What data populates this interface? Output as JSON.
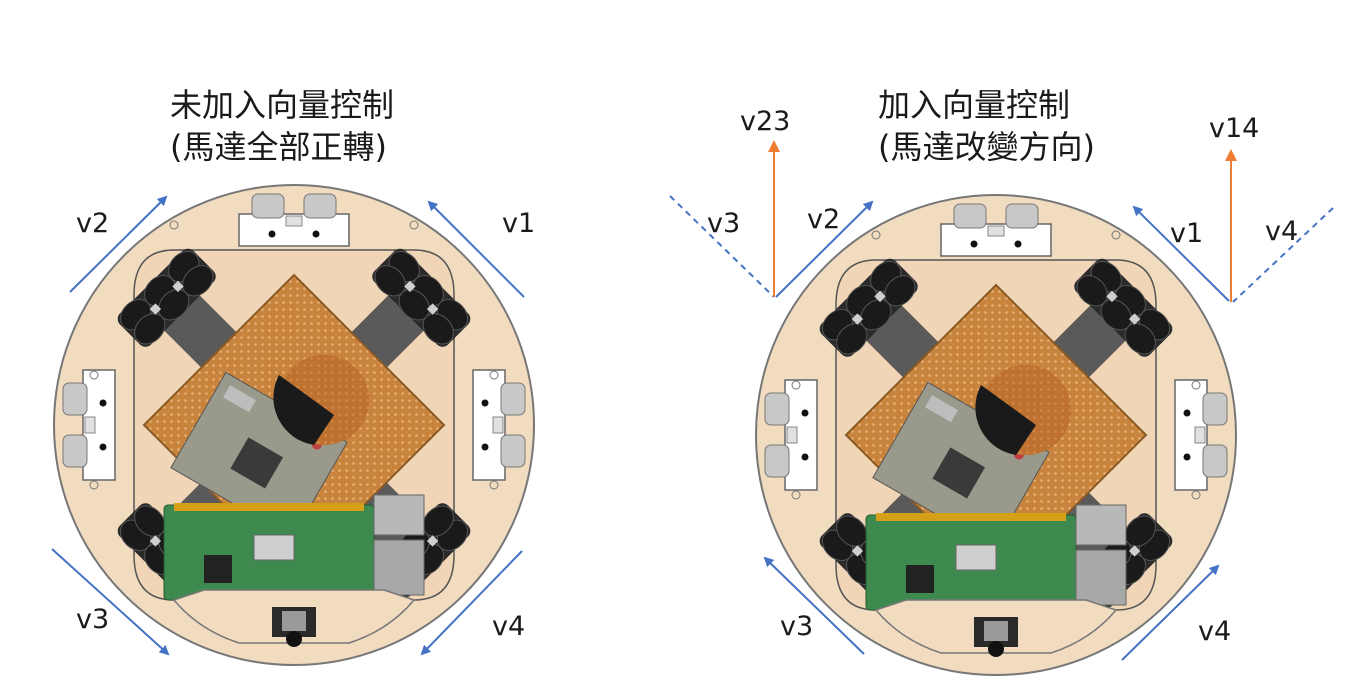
{
  "left_panel": {
    "title": "未加入向量控制",
    "subtitle": "(馬達全部正轉)",
    "labels": {
      "v1": "v1",
      "v2": "v2",
      "v3": "v3",
      "v4": "v4"
    }
  },
  "right_panel": {
    "title": "加入向量控制",
    "subtitle": "(馬達改變方向)",
    "labels": {
      "v1": "v1",
      "v2": "v2",
      "v3": "v3",
      "v4": "v4",
      "v3_dash": "v3",
      "v4_dash": "v4",
      "v23": "v23",
      "v14": "v14"
    }
  },
  "colors": {
    "vector_blue": "#4472c4",
    "resultant_orange": "#ed7d31",
    "chassis": "#f2dcc0",
    "wheel": "#1c1c1c",
    "pcb": "#c8843c"
  }
}
